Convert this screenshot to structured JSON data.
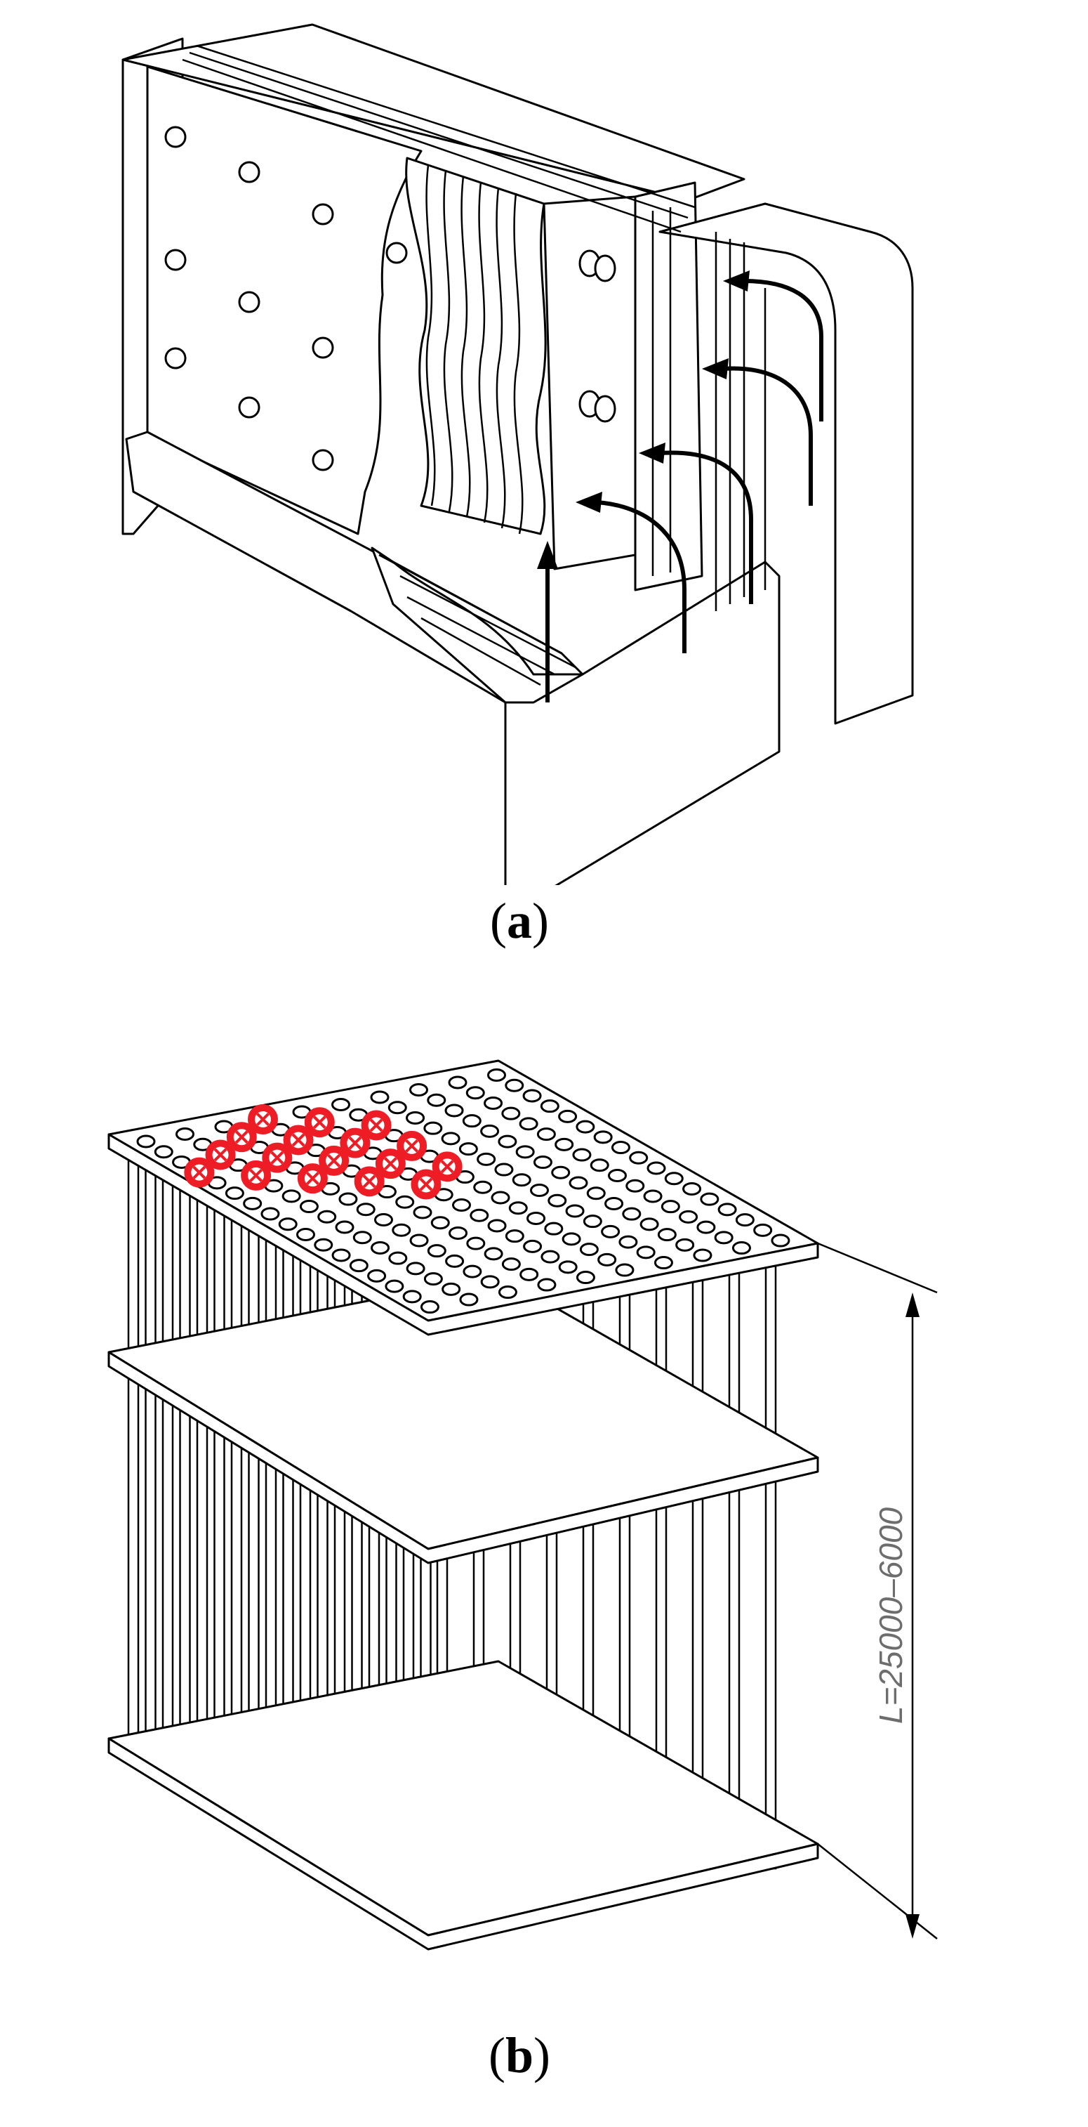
{
  "panels": [
    {
      "id": "a",
      "caption_open": "(",
      "caption_letter": "a",
      "caption_close": ")"
    },
    {
      "id": "b",
      "caption_open": "(",
      "caption_letter": "b",
      "caption_close": ")"
    }
  ],
  "dimension_label": "L=25000–6000",
  "colors": {
    "line": "#000000",
    "fill": "#ffffff",
    "marker_red": "#ee1c25",
    "dimension_text": "#6d6d6d"
  },
  "icons": [
    "flow-arrow-icon",
    "blocked-tube-marker-icon"
  ]
}
